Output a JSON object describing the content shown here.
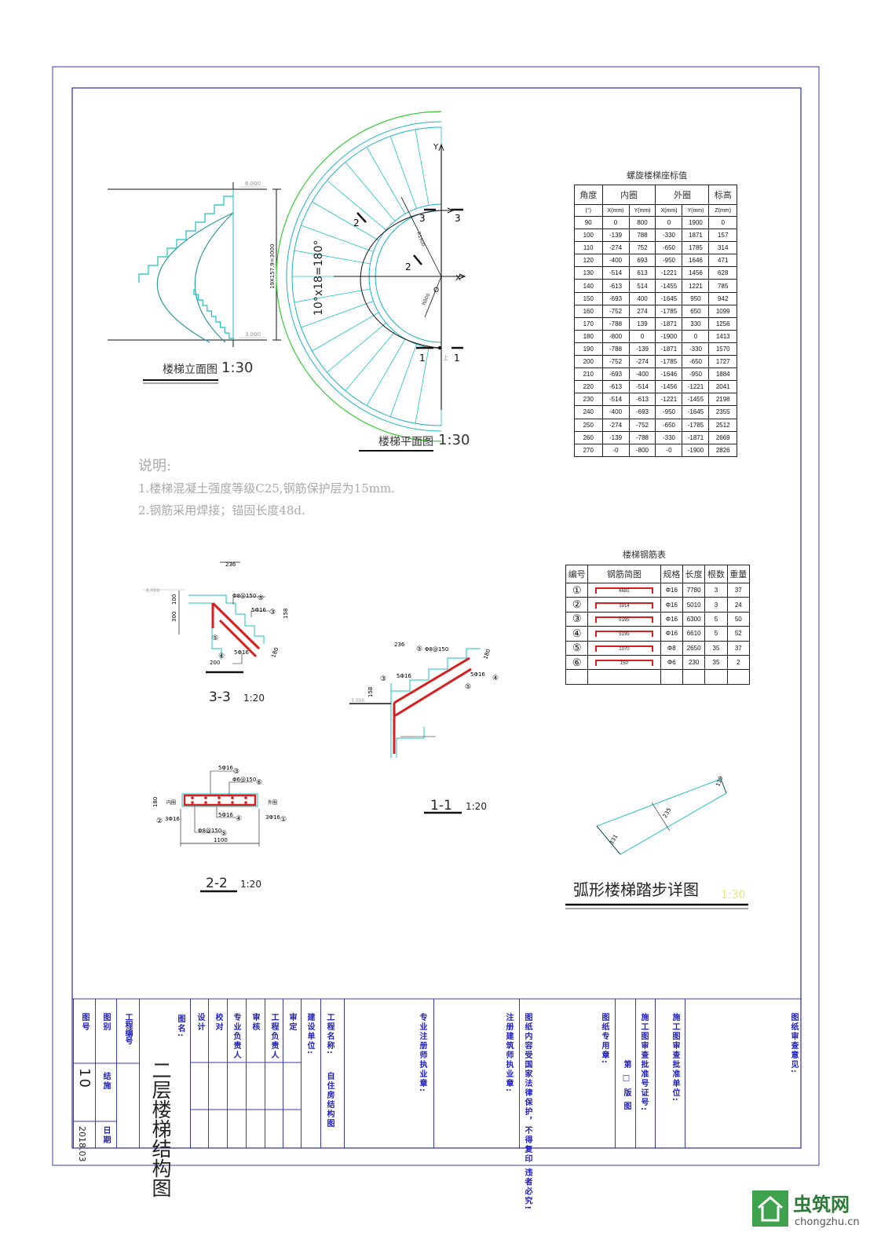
{
  "elevation": {
    "top_level": "6.000",
    "bottom_level": "3.000",
    "height_dim": "19X157.9=3000",
    "title": "楼梯立面图",
    "scale": "1:30"
  },
  "plan": {
    "y_axis": "Y",
    "x_axis": "X",
    "origin": "O",
    "r_outer": "R1900",
    "r_inner": "R800",
    "angle_dim": "10°x18=180°",
    "sec1a": "1",
    "sec1b": "1",
    "sec2a": "2",
    "sec2b": "2",
    "sec3a": "3",
    "sec3b": "3",
    "up": "上",
    "title": "楼梯平面图",
    "scale": "1:30"
  },
  "coord_table": {
    "title": "螺旋楼梯座标值",
    "headers": [
      "角度",
      "内圈",
      "外圈",
      "标高"
    ],
    "subheaders": [
      "(°)",
      "X(mm)",
      "Y(mm)",
      "X(mm)",
      "Y(mm)",
      "Z(mm)"
    ],
    "rows": [
      [
        "90",
        "0",
        "800",
        "0",
        "1900",
        "0"
      ],
      [
        "100",
        "-139",
        "788",
        "-330",
        "1871",
        "157"
      ],
      [
        "110",
        "-274",
        "752",
        "-650",
        "1785",
        "314"
      ],
      [
        "120",
        "-400",
        "693",
        "-950",
        "1646",
        "471"
      ],
      [
        "130",
        "-514",
        "613",
        "-1221",
        "1456",
        "628"
      ],
      [
        "140",
        "-613",
        "514",
        "-1455",
        "1221",
        "785"
      ],
      [
        "150",
        "-693",
        "400",
        "-1645",
        "950",
        "942"
      ],
      [
        "160",
        "-752",
        "274",
        "-1785",
        "650",
        "1099"
      ],
      [
        "170",
        "-788",
        "139",
        "-1871",
        "330",
        "1256"
      ],
      [
        "180",
        "-800",
        "0",
        "-1900",
        "0",
        "1413"
      ],
      [
        "190",
        "-788",
        "-139",
        "-1871",
        "-330",
        "1570"
      ],
      [
        "200",
        "-752",
        "-274",
        "-1785",
        "-650",
        "1727"
      ],
      [
        "210",
        "-693",
        "-400",
        "-1646",
        "-950",
        "1884"
      ],
      [
        "220",
        "-613",
        "-514",
        "-1456",
        "-1221",
        "2041"
      ],
      [
        "230",
        "-514",
        "-613",
        "-1221",
        "-1455",
        "2198"
      ],
      [
        "240",
        "-400",
        "-693",
        "-950",
        "-1645",
        "2355"
      ],
      [
        "250",
        "-274",
        "-752",
        "-650",
        "-1785",
        "2512"
      ],
      [
        "260",
        "-139",
        "-788",
        "-330",
        "-1871",
        "2669"
      ],
      [
        "270",
        "-0",
        "-800",
        "-0",
        "-1900",
        "2826"
      ]
    ]
  },
  "notes": {
    "heading": "说明:",
    "line1": "1.楼梯混凝土强度等级C25,钢筋保护层为15mm.",
    "line2": "2.钢筋采用焊接；锚固长度48d."
  },
  "rebar_table": {
    "title": "楼梯钢筋表",
    "headers": [
      "编号",
      "钢筋简图",
      "规格",
      "长度",
      "根数",
      "重量"
    ],
    "rows": [
      {
        "no": "①",
        "shape": "6681",
        "spec": "Φ16",
        "length": "7780",
        "count": "3",
        "weight": "37"
      },
      {
        "no": "②",
        "shape": "3914",
        "spec": "Φ16",
        "length": "5010",
        "count": "3",
        "weight": "24"
      },
      {
        "no": "③",
        "shape": "5195",
        "spec": "Φ16",
        "length": "6300",
        "count": "5",
        "weight": "50"
      },
      {
        "no": "④",
        "shape": "5195",
        "spec": "Φ16",
        "length": "6610",
        "count": "5",
        "weight": "52"
      },
      {
        "no": "⑤",
        "shape": "1070",
        "spec": "Φ8",
        "length": "2650",
        "count": "35",
        "weight": "37"
      },
      {
        "no": "⑥",
        "shape": "150",
        "spec": "Φ6",
        "length": "230",
        "count": "35",
        "weight": "2"
      }
    ]
  },
  "sec33": {
    "d236": "236",
    "lvl": "6.000",
    "d100": "100",
    "d300": "300",
    "stirrup": "Φ8@150",
    "n5a": "⑤",
    "bar3": "5Φ16",
    "n3": "③",
    "d158": "158",
    "n5b": "⑤",
    "n4": "④",
    "bar4": "5Φ16",
    "d180": "180",
    "d200": "200",
    "title": "3-3",
    "scale": "1:20"
  },
  "sec11": {
    "d236": "236",
    "n5a": "⑤",
    "stirrup": "Φ8@150",
    "d180": "180",
    "n3": "③",
    "bar3": "5Φ16",
    "bar4": "5Φ16",
    "n4": "④",
    "n5b": "⑤",
    "d158": "158",
    "lvl": "3.000",
    "title": "1-1",
    "scale": "1:20"
  },
  "sec22": {
    "bar3": "5Φ16",
    "n3": "③",
    "stirrup6": "Φ6@150",
    "n6": "⑥",
    "d180": "180",
    "inner": "内圈",
    "outer": "外圈",
    "bar4": "5Φ16",
    "n4": "④",
    "n2": "②",
    "bar2": "3Φ16",
    "bar1": "3Φ16",
    "n1": "①",
    "stirrup8": "Φ8@150",
    "n5": "⑤",
    "width": "1100",
    "title": "2-2",
    "scale": "1:20"
  },
  "tread": {
    "d139": "139",
    "d235": "235",
    "d331": "331",
    "title": "弧形楼梯踏步详图",
    "scale": "1:30"
  },
  "title_block": {
    "drawing_no_label": "图号",
    "drawing_no": "10",
    "category_label": "图别",
    "category": "结施",
    "date_label": "日期",
    "date": "2018.03",
    "project_no_label": "工程编号",
    "drawing_name_label": "图名:",
    "drawing_name": "二层楼梯结构图",
    "roles": [
      "设计",
      "校对",
      "专业负责人",
      "审核",
      "工程负责人",
      "审定"
    ],
    "client_label": "建设单位:",
    "project_name_label": "工程名称:",
    "project_name": "自住房结构图",
    "engineer_seal": "专业注册师执业章:",
    "architect_seal": "注册建筑师执业章:",
    "copyright": "图纸内容受国家法律保护，不得复印 违者必究!",
    "seal_label": "图纸专用章:",
    "edition": "第 □ 版 图",
    "review_cert": "施工图审查批准号证号:",
    "review_unit": "施工图审查批准单位:",
    "review_opinion": "图纸审查意见:"
  },
  "logo": {
    "name": "虫筑网",
    "url": "chongzhu.cn"
  },
  "colors": {
    "frame": "#3a3ab0",
    "cyan": "#19b3c0",
    "green": "#33cc33",
    "rebar": "#d81e1e",
    "text_blue": "#2020c0"
  }
}
